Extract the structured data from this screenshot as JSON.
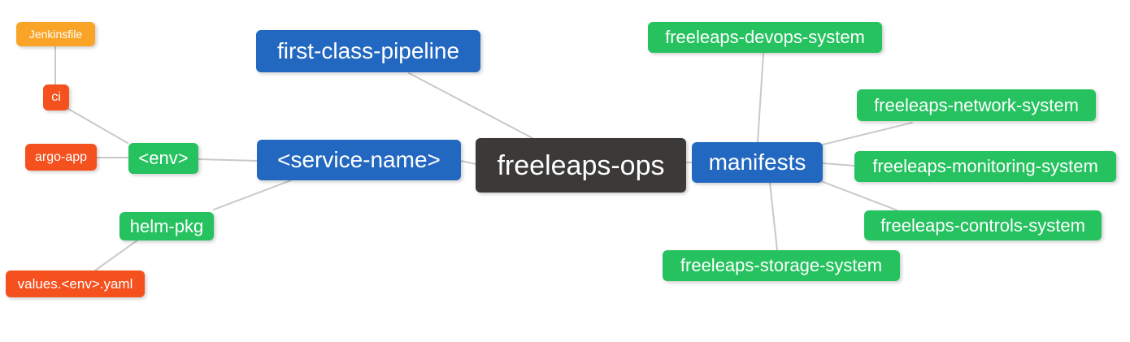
{
  "diagram": {
    "kind": "mindmap",
    "root_label": "freeleaps-ops"
  },
  "colors": {
    "background": "#ffffff",
    "text": "#ffffff",
    "root_bg": "#3b3a38",
    "level1_bg": "#2368c0",
    "level2_bg": "#25c25f",
    "level3_bg": "#f4511e",
    "level4_bg": "#f9a426",
    "connector": "#c9c9c9"
  },
  "mindmap": {
    "root": {
      "label": "freeleaps-ops"
    },
    "nodes": {
      "first_class_pipeline": {
        "label": "first-class-pipeline"
      },
      "service_name": {
        "label": "<service-name>"
      },
      "manifests": {
        "label": "manifests"
      },
      "env": {
        "label": "<env>"
      },
      "helm_pkg": {
        "label": "helm-pkg"
      },
      "ci": {
        "label": "ci"
      },
      "argo_app": {
        "label": "argo-app"
      },
      "jenkinsfile": {
        "label": "Jenkinsfile"
      },
      "values_env_yaml": {
        "label": "values.<env>.yaml"
      },
      "devops_system": {
        "label": "freeleaps-devops-system"
      },
      "network_system": {
        "label": "freeleaps-network-system"
      },
      "monitoring_system": {
        "label": "freeleaps-monitoring-system"
      },
      "controls_system": {
        "label": "freeleaps-controls-system"
      },
      "storage_system": {
        "label": "freeleaps-storage-system"
      }
    },
    "edges": [
      [
        "freeleaps-ops",
        "first-class-pipeline"
      ],
      [
        "freeleaps-ops",
        "<service-name>"
      ],
      [
        "freeleaps-ops",
        "manifests"
      ],
      [
        "<service-name>",
        "<env>"
      ],
      [
        "<service-name>",
        "helm-pkg"
      ],
      [
        "<env>",
        "ci"
      ],
      [
        "<env>",
        "argo-app"
      ],
      [
        "ci",
        "Jenkinsfile"
      ],
      [
        "helm-pkg",
        "values.<env>.yaml"
      ],
      [
        "manifests",
        "freeleaps-devops-system"
      ],
      [
        "manifests",
        "freeleaps-network-system"
      ],
      [
        "manifests",
        "freeleaps-monitoring-system"
      ],
      [
        "manifests",
        "freeleaps-controls-system"
      ],
      [
        "manifests",
        "freeleaps-storage-system"
      ]
    ]
  }
}
